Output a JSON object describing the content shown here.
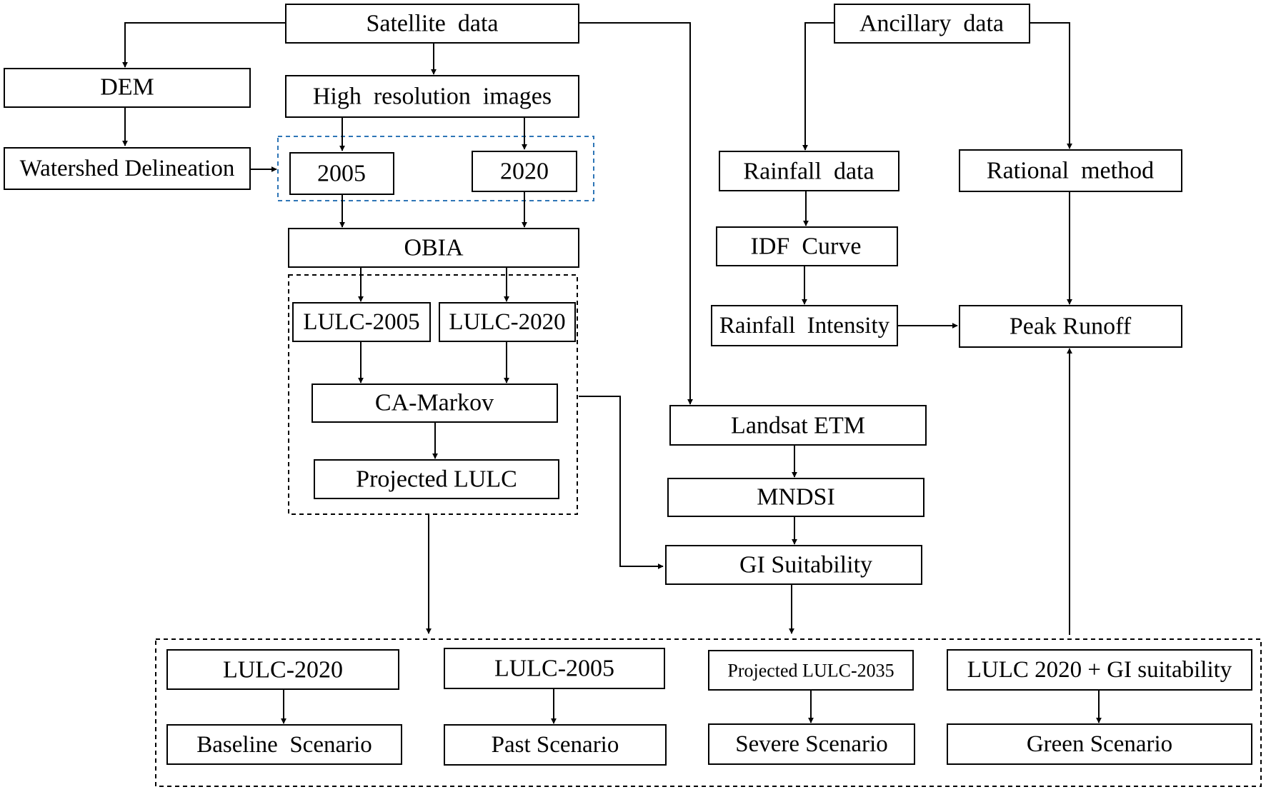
{
  "nodes": {
    "satellite_data": "Satellite  data",
    "ancillary_data": "Ancillary  data",
    "dem": "DEM",
    "high_res_images": "High  resolution  images",
    "watershed_delineation": "Watershed Delineation",
    "year_2005": "2005",
    "year_2020": "2020",
    "obia": "OBIA",
    "lulc_2005": "LULC-2005",
    "lulc_2020": "LULC-2020",
    "ca_markov": "CA-Markov",
    "projected_lulc": "Projected LULC",
    "rainfall_data": "Rainfall  data",
    "rational_method": "Rational  method",
    "idf_curve": "IDF  Curve",
    "rainfall_intensity": "Rainfall  Intensity",
    "peak_runoff": "Peak Runoff",
    "landsat_etm": "Landsat ETM",
    "mndsi": "MNDSI",
    "gi_suitability": "GI Suitability",
    "scenario_lulc_2020": "LULC-2020",
    "scenario_lulc_2005": "LULC-2005",
    "scenario_projected_lulc_2035": "Projected LULC-2035",
    "scenario_lulc_2020_gi": "LULC 2020 + GI suitability",
    "baseline_scenario": "Baseline  Scenario",
    "past_scenario": "Past Scenario",
    "severe_scenario": "Severe Scenario",
    "green_scenario": "Green Scenario"
  },
  "colors": {
    "line": "#000000",
    "box_fill": "#ffffff",
    "dashed_group_blue": "#2e75b6"
  }
}
